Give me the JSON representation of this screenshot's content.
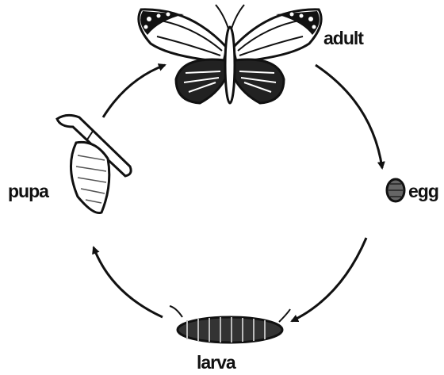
{
  "stages": [
    {
      "key": "adult",
      "label": "adult"
    },
    {
      "key": "egg",
      "label": "egg"
    },
    {
      "key": "larva",
      "label": "larva"
    },
    {
      "key": "pupa",
      "label": "pupa"
    }
  ],
  "colors": {
    "ink": "#111111",
    "background": "#ffffff",
    "shade": "#666666"
  },
  "icons": [
    "butterfly-icon",
    "egg-icon",
    "caterpillar-icon",
    "chrysalis-icon"
  ]
}
